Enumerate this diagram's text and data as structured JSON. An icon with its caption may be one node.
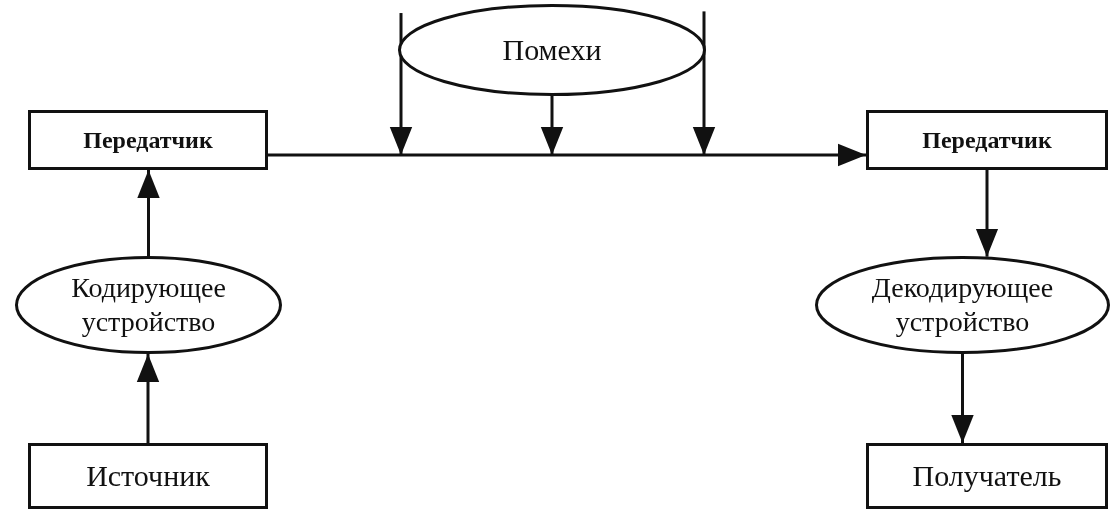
{
  "diagram": {
    "nodes": [
      {
        "text": [
          "Передатчик"
        ]
      },
      {
        "text": [
          "Помехи"
        ]
      },
      {
        "text": [
          "Передатчик"
        ]
      },
      {
        "text": [
          "Кодирующее устройство"
        ]
      },
      {
        "text": [
          "Декодирующее устройство"
        ]
      },
      {
        "text": [
          "Источник"
        ]
      },
      {
        "text": [
          "Получатель"
        ]
      }
    ],
    "edges": [
      {
        "from": 5,
        "to": 3,
        "arrow": "to"
      },
      {
        "from": 3,
        "to": 0,
        "arrow": "to"
      },
      {
        "from": 0,
        "to": 2,
        "arrow": "to"
      },
      {
        "from": 1,
        "to": null,
        "arrow": "to"
      },
      {
        "from": 1,
        "to": null,
        "arrow": "to"
      },
      {
        "from": 1,
        "to": null,
        "arrow": "to"
      },
      {
        "from": 2,
        "to": 4,
        "arrow": "to"
      },
      {
        "from": 4,
        "to": 6,
        "arrow": "to"
      }
    ]
  }
}
